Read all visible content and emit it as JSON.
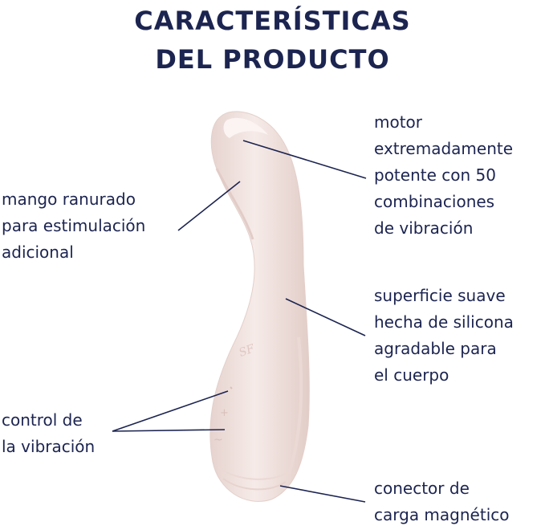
{
  "title": {
    "line1": "CARACTERÍSTICAS",
    "line2": "DEL PRODUCTO"
  },
  "features": {
    "motor": {
      "lines": [
        "motor",
        "extremadamente",
        "potente con 50",
        "combinaciones",
        "de vibración"
      ]
    },
    "handle": {
      "lines": [
        "mango ranurado",
        "para estimulación",
        "adicional"
      ]
    },
    "surface": {
      "lines": [
        "superficie suave",
        "hecha de silicona",
        "agradable para",
        "el cuerpo"
      ]
    },
    "control": {
      "lines": [
        "control de",
        "la vibración"
      ]
    },
    "charger": {
      "lines": [
        "conector de",
        "carga magnético"
      ]
    }
  },
  "device": {
    "brand_mark": "SF",
    "button_plus": "+",
    "button_wave": "~"
  },
  "colors": {
    "text": "#1c2450",
    "line": "#1c2450",
    "product": "#f3e4e0"
  }
}
